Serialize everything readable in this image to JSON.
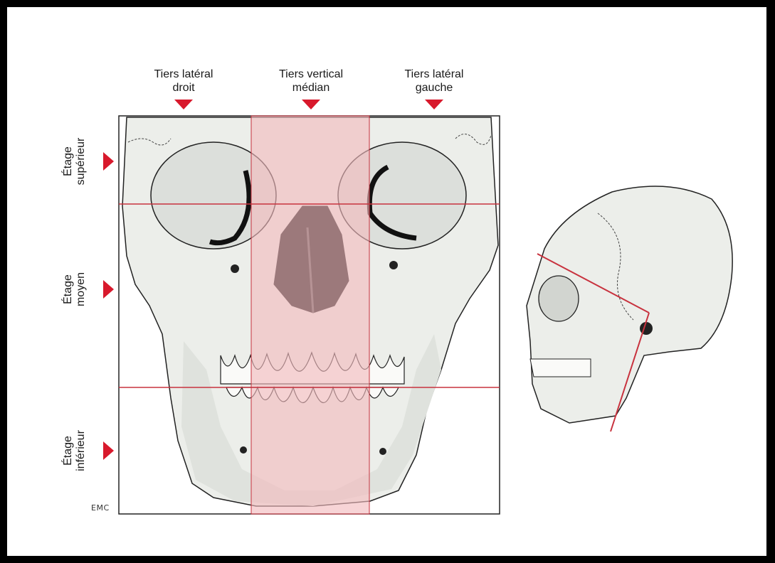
{
  "labels": {
    "top_left": [
      "Tiers latéral",
      "droit"
    ],
    "top_center": [
      "Tiers vertical",
      "médian"
    ],
    "top_right": [
      "Tiers latéral",
      "gauche"
    ],
    "side_top": [
      "Étage",
      "supérieur"
    ],
    "side_middle": [
      "Étage",
      "moyen"
    ],
    "side_bottom": [
      "Étage",
      "inférieur"
    ],
    "credit": "EMC"
  },
  "colors": {
    "marker": "#d8192c",
    "median_band": "#f2b9bd",
    "guide_line": "#c8323e",
    "bone": "#eceeea",
    "outline": "#222222"
  }
}
